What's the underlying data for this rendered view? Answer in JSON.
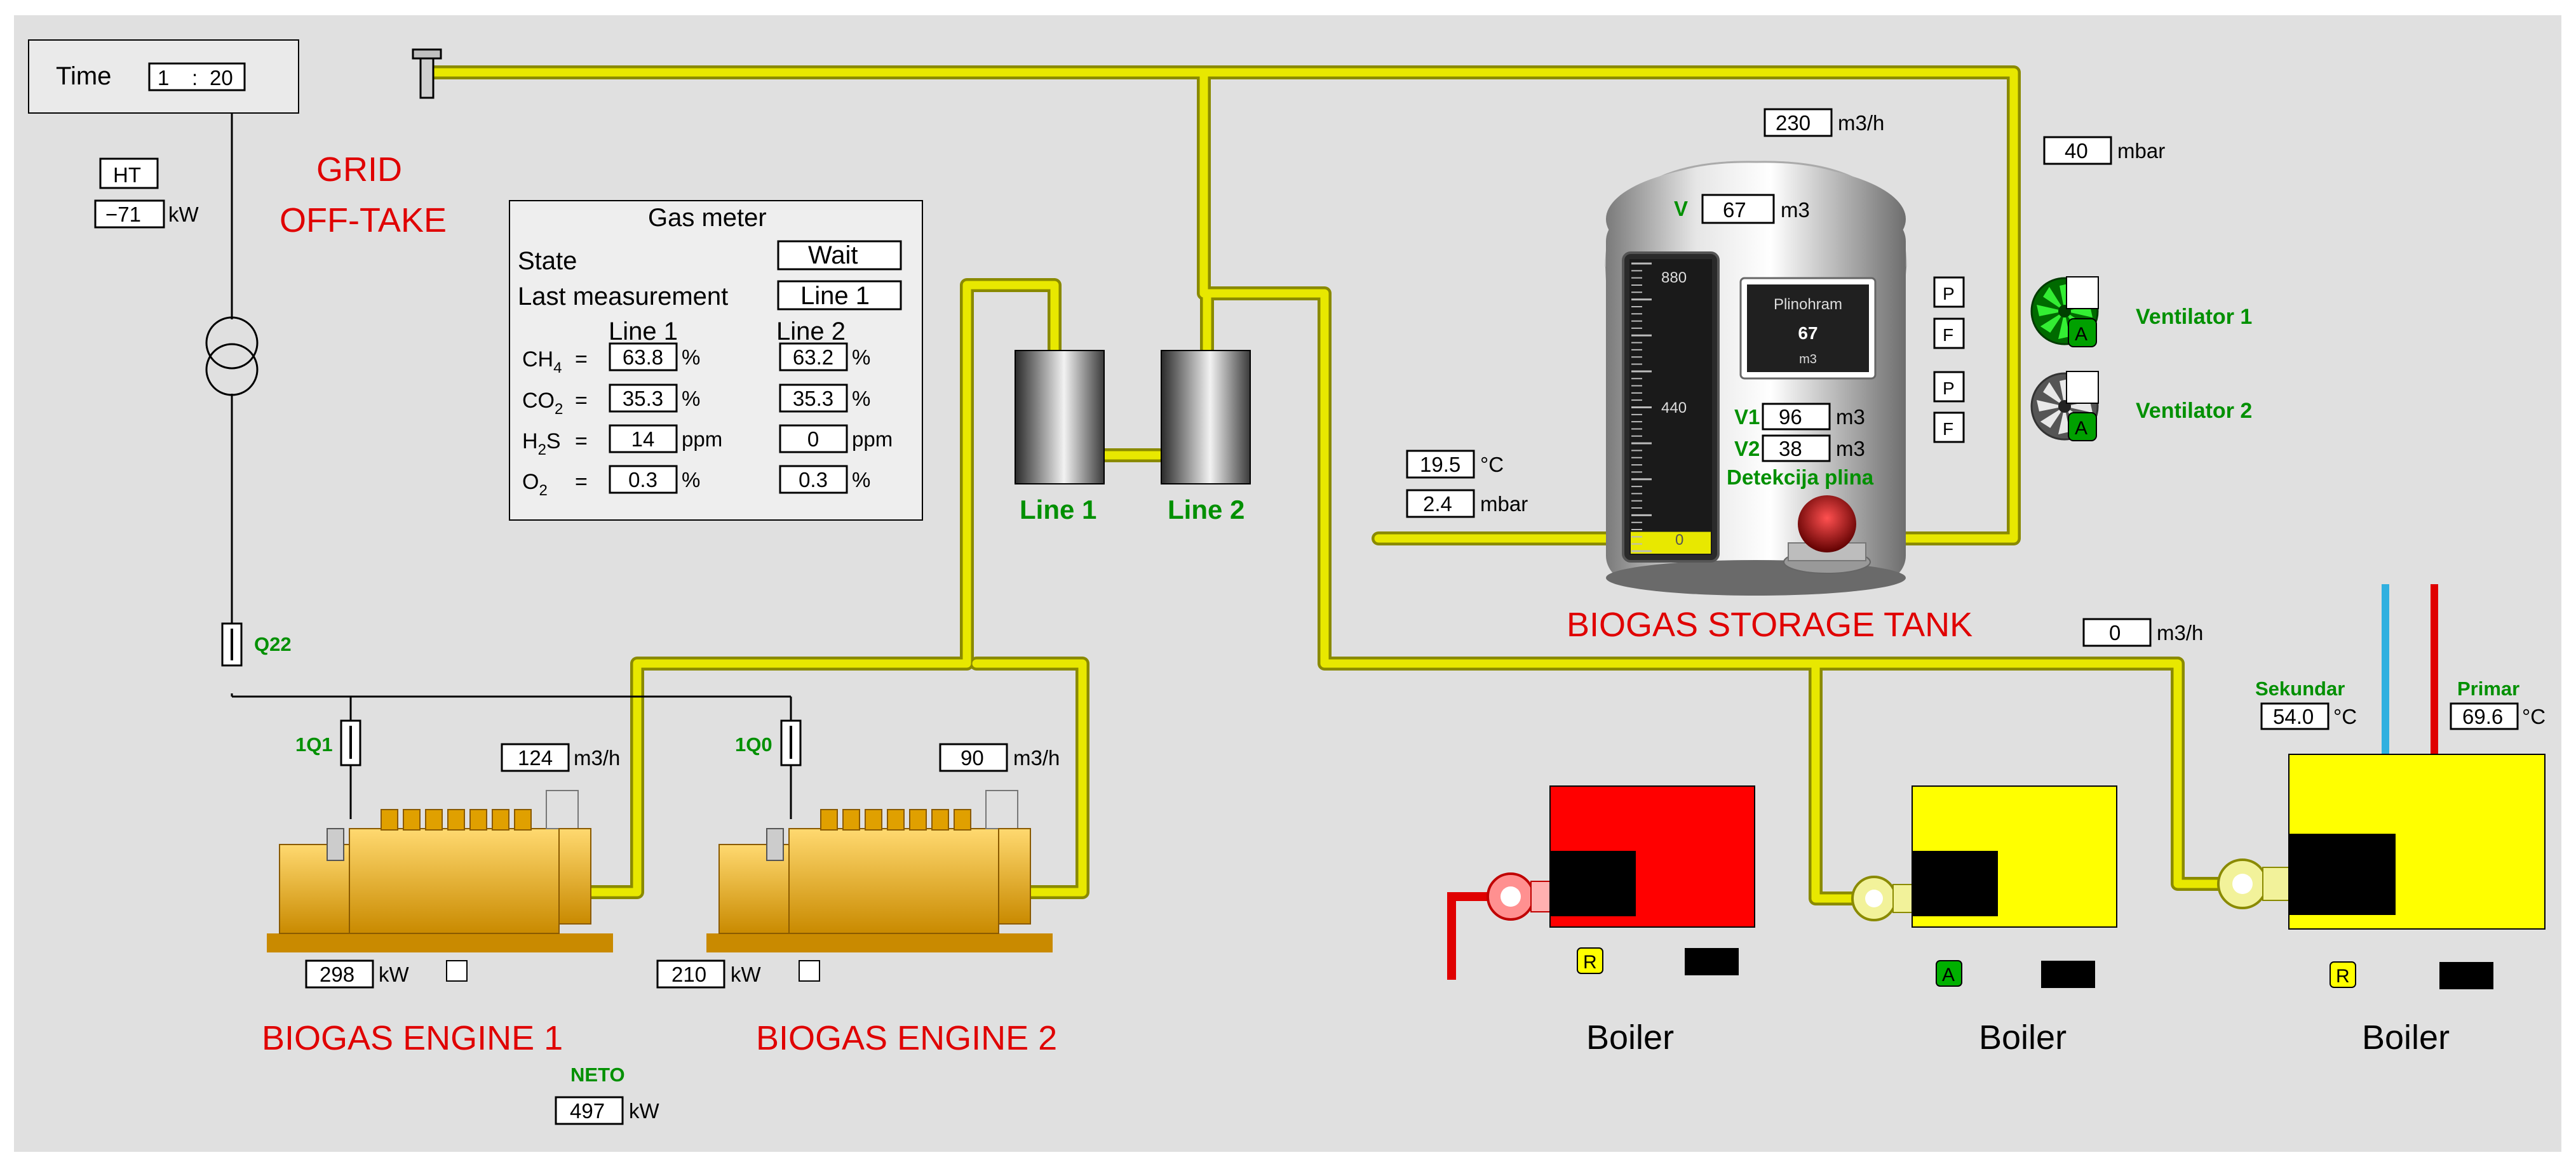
{
  "time": {
    "label": "Time",
    "hours": "1",
    "sep": ":",
    "minutes": "20"
  },
  "grid": {
    "ht_label": "HT",
    "power": "−71",
    "unit": "kW",
    "title_line1": "GRID",
    "title_line2": "OFF-TAKE",
    "breaker_q22": "Q22"
  },
  "gas_meter": {
    "title": "Gas meter",
    "state_label": "State",
    "state_value": "Wait",
    "last_label": "Last measurement",
    "last_value": "Line 1",
    "col1": "Line 1",
    "col2": "Line 2",
    "rows": [
      {
        "label": "CH",
        "sub": "4",
        "eq": "=",
        "line1": "63.8",
        "line2": "63.2",
        "unit": "%"
      },
      {
        "label": "CO",
        "sub": "2",
        "eq": "=",
        "line1": "35.3",
        "line2": "35.3",
        "unit": "%"
      },
      {
        "label": "H",
        "sub": "2",
        "tail": "S",
        "eq": "=",
        "line1": "14",
        "line2": "0",
        "unit": "ppm"
      },
      {
        "label": "O",
        "sub": "2",
        "eq": "=",
        "line1": "0.3",
        "line2": "0.3",
        "unit": "%"
      }
    ]
  },
  "filters": {
    "line1_label": "Line 1",
    "line2_label": "Line 2"
  },
  "storage": {
    "title": "BIOGAS STORAGE TANK",
    "flow_in": "230",
    "flow_unit": "m3/h",
    "v_label": "V",
    "volume": "67",
    "vol_unit": "m3",
    "gauge_max": "880",
    "gauge_mid": "440",
    "gauge_min": "0",
    "gauge_level": 0.076,
    "display_title": "Plinohram",
    "display_value": "67",
    "display_unit": "m3",
    "v1_label": "V1",
    "v1": "96",
    "v2_label": "V2",
    "v2": "38",
    "detection_label": "Detekcija plina",
    "temp": "19.5",
    "temp_unit": "°C",
    "pressure": "2.4",
    "pressure_unit": "mbar"
  },
  "ventilators": {
    "line_pressure": "40",
    "line_pressure_unit": "mbar",
    "v1_name": "Ventilator 1",
    "v2_name": "Ventilator 2",
    "p_label": "P",
    "f_label": "F",
    "auto_label": "A"
  },
  "engines": [
    {
      "title": "BIOGAS ENGINE 1",
      "breaker": "1Q1",
      "flow": "124",
      "flow_unit": "m3/h",
      "power": "298",
      "power_unit": "kW"
    },
    {
      "title": "BIOGAS ENGINE 2",
      "breaker": "1Q0",
      "flow": "90",
      "flow_unit": "m3/h",
      "power": "210",
      "power_unit": "kW"
    }
  ],
  "neto": {
    "label": "NETO",
    "value": "497",
    "unit": "kW"
  },
  "boilers": {
    "flow": "0",
    "flow_unit": "m3/h",
    "sekundar_label": "Sekundar",
    "sekundar_temp": "54.0",
    "primar_label": "Primar",
    "primar_temp": "69.6",
    "temp_unit": "°C",
    "b1_mode": "R",
    "b2_mode": "A",
    "b3_mode": "R",
    "b1_label": "Boiler",
    "b2_label": "Boiler",
    "b3_label": "Boiler"
  },
  "colors": {
    "pipe": "#e8e800",
    "pipe_edge": "#8a8a00",
    "alarm": "#e00000",
    "status_green": "#009000",
    "boiler_active": "#ff0000",
    "boiler_idle": "#ffff00"
  }
}
